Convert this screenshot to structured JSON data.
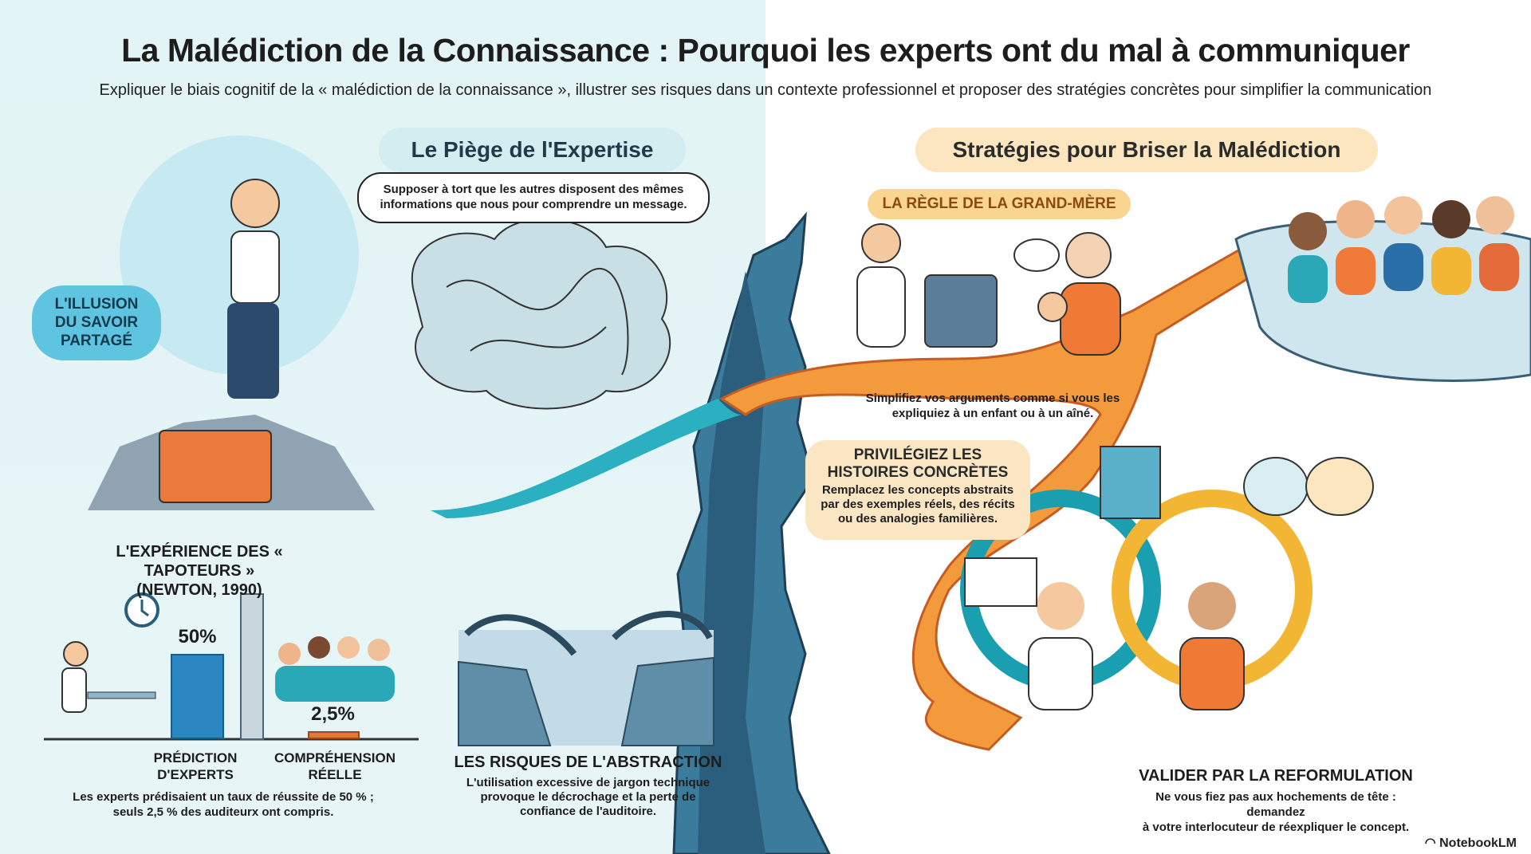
{
  "title": "La Malédiction de la Connaissance : Pourquoi les experts ont du mal à communiquer",
  "subtitle": "Expliquer le biais cognitif de la « malédiction de la connaissance », illustrer ses risques dans un contexte professionnel et proposer des stratégies concrètes pour simplifier la communication",
  "left": {
    "heading": "Le Piège de l'Expertise",
    "definition": "Supposer à tort que les autres disposent des mêmes informations que nous pour comprendre un message.",
    "illusion_badge": [
      "L'ILLUSION",
      "DU SAVOIR",
      "PARTAGÉ"
    ],
    "experiment": {
      "title": [
        "L'EXPÉRIENCE DES « TAPOTEURS »",
        "(NEWTON, 1990)"
      ],
      "bars": [
        {
          "value": 50,
          "value_label": "50%",
          "label": [
            "PRÉDICTION",
            "D'EXPERTS"
          ],
          "color": "#2b86c2"
        },
        {
          "value": 2.5,
          "value_label": "2,5%",
          "label": [
            "COMPRÉHENSION",
            "RÉELLE"
          ],
          "color": "#e2773a"
        }
      ],
      "caption": [
        "Les experts prédisaient un taux de réussite de 50 % ;",
        "seuls 2,5 % des auditeurx ont compris."
      ]
    },
    "abstraction": {
      "title": "LES RISQUES DE L'ABSTRACTION",
      "text": [
        "L'utilisation excessive de jargon technique",
        "provoque le décrochage et la perte de",
        "confiance de l'auditoire."
      ]
    }
  },
  "right": {
    "heading": "Stratégies pour Briser la Malédiction",
    "grandmother": {
      "label": "LA RÈGLE DE LA GRAND-MÈRE",
      "text": [
        "Simplifiez vos arguments comme si vous les",
        "expliquiez à un enfant ou à un aîné."
      ]
    },
    "stories": {
      "title": [
        "PRIVILÉGIEZ LES",
        "HISTOIRES CONCRÈTES"
      ],
      "text": [
        "Remplacez les concepts abstraits",
        "par des exemples réels, des récits",
        "ou des analogies familières."
      ]
    },
    "reformulation": {
      "title": "VALIDER PAR LA REFORMULATION",
      "text": [
        "Ne vous fiez pas aux hochements de tête : demandez",
        "à votre interlocuteur de réexpliquer le concept."
      ]
    }
  },
  "brand": "NotebookLM",
  "colors": {
    "teal": "#1a9fb0",
    "orange": "#ee7a35",
    "yellow": "#f2b534",
    "chasm": "#2f6d8e"
  }
}
